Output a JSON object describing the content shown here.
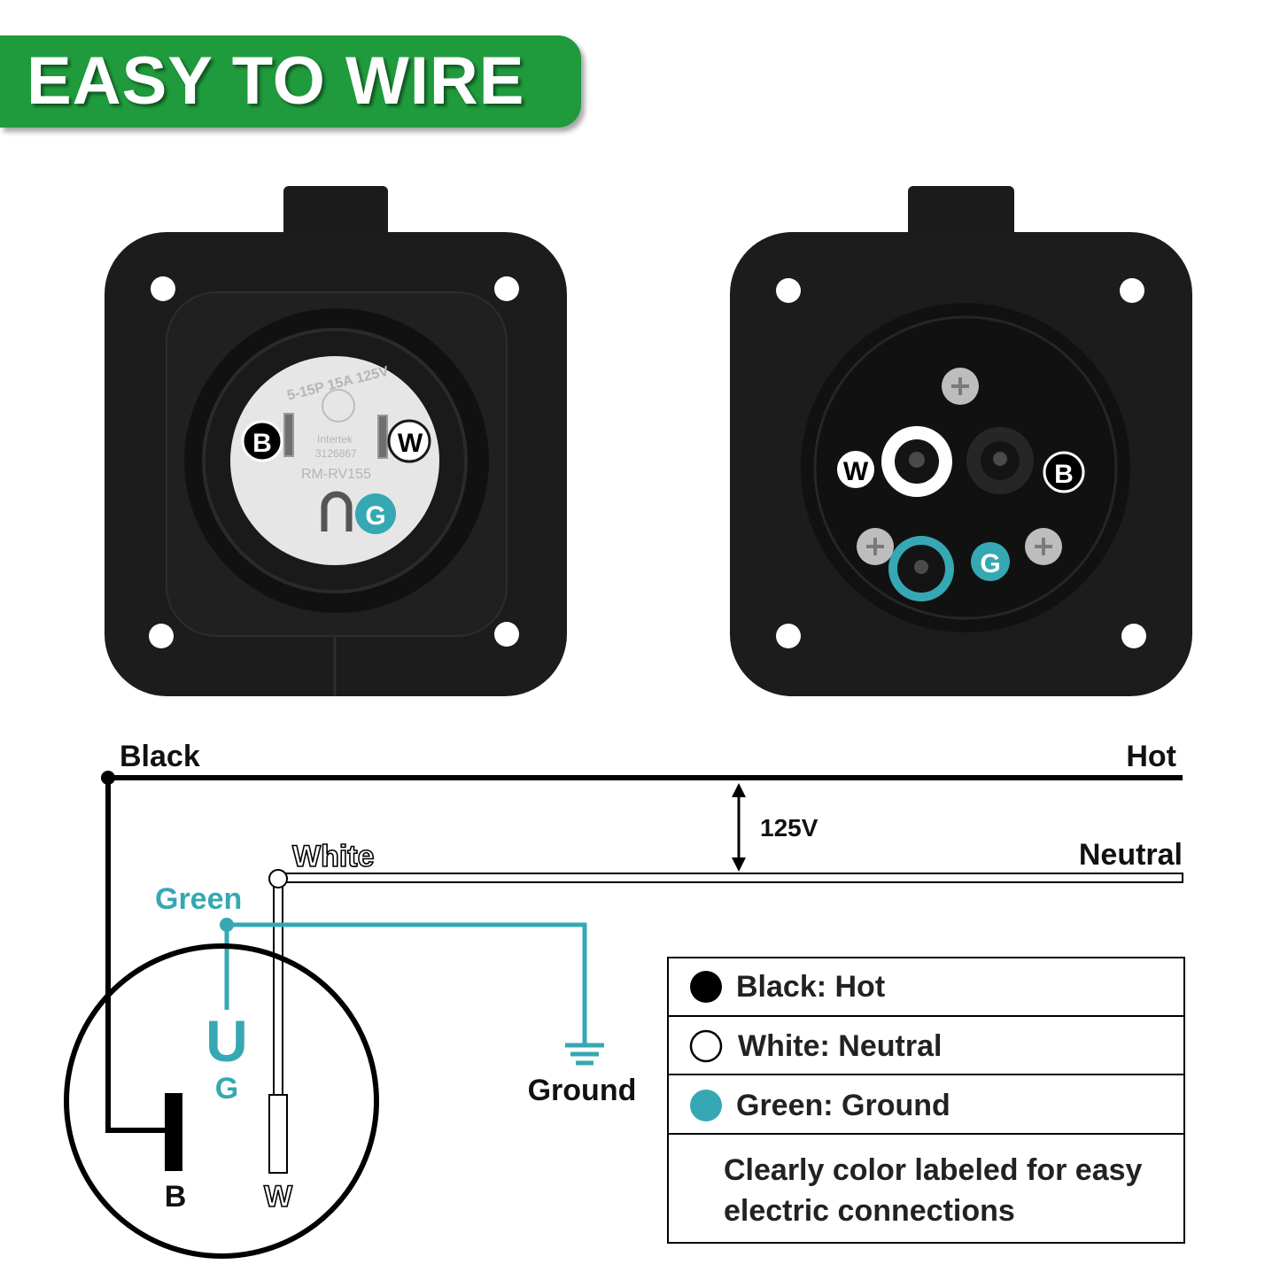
{
  "banner": {
    "title": "EASY TO WIRE"
  },
  "front_outlet": {
    "badges": {
      "black": "B",
      "white": "W",
      "green": "G"
    },
    "face_text": [
      "5-15P 15A 125V",
      "Intertek",
      "3126867",
      "RM-RV155"
    ]
  },
  "rear_outlet": {
    "badges": {
      "white": "W",
      "black": "B",
      "green": "G"
    }
  },
  "diagram": {
    "black_label": "Black",
    "hot_label": "Hot",
    "voltage_label": "125V",
    "white_label": "White",
    "neutral_label": "Neutral",
    "green_label": "Green",
    "ground_label": "Ground",
    "plug_ground_symbol": "U",
    "plug_g_label": "G",
    "plug_b_label": "B",
    "plug_w_label": "W"
  },
  "legend": {
    "rows": [
      {
        "label": "Black: Hot",
        "swatch": "#000000"
      },
      {
        "label": "White: Neutral",
        "swatch": "#ffffff"
      },
      {
        "label": "Green: Ground",
        "swatch": "#35a8b3"
      }
    ],
    "note": "Clearly color labeled for easy electric connections"
  },
  "colors": {
    "banner": "#1f9a3c",
    "teal": "#35a8b3",
    "black": "#000000"
  }
}
